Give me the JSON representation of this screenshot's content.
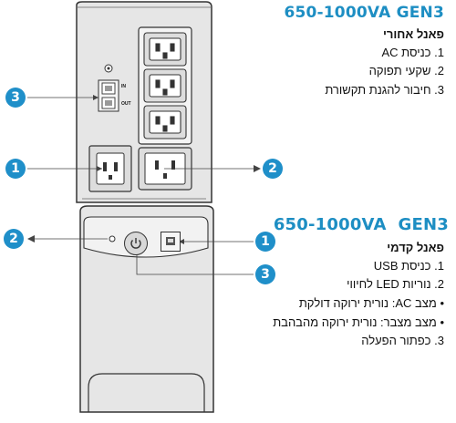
{
  "rear": {
    "title": "650-1000VA GEN3",
    "subtitle": "פאנל אחורי",
    "items": [
      {
        "num": "1.",
        "text": "כניסת AC"
      },
      {
        "num": "2.",
        "text": "שקעי תפוקה"
      },
      {
        "num": "3.",
        "text": "חיבור להגנת תקשורת"
      }
    ],
    "port_labels": {
      "in": "IN",
      "out": "OUT"
    },
    "callouts": [
      "1",
      "2",
      "3"
    ]
  },
  "front": {
    "title": "650-1000VA  GEN3",
    "subtitle": "פאנל קדמי",
    "items": [
      {
        "num": "1.",
        "text": "כניסת USB"
      },
      {
        "num": "2.",
        "text": "נוריות LED לחיווי"
      },
      {
        "num": "•",
        "text": "מצב AC: נורית ירוקה דולקת"
      },
      {
        "num": "•",
        "text": "מצב מצבר: נורית ירוקה מהבהבת"
      },
      {
        "num": "3.",
        "text": "כפתור הפעלה"
      }
    ],
    "callouts": [
      "1",
      "2",
      "3"
    ]
  },
  "colors": {
    "accent": "#1f8fc9",
    "device_fill": "#e6e6e6",
    "outline": "#333333"
  },
  "icons": [
    "power-icon",
    "usb-port-icon"
  ]
}
